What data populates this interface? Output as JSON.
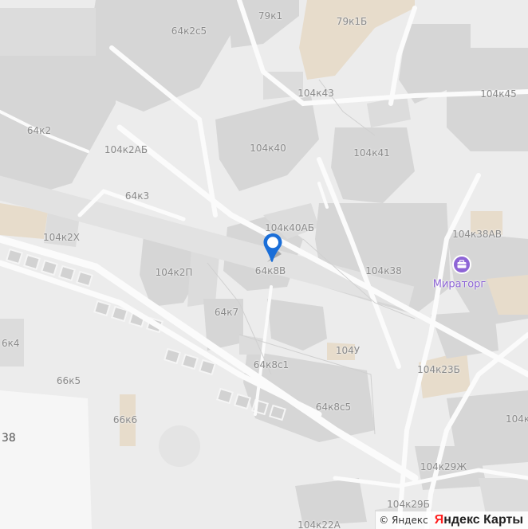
{
  "colors": {
    "building": "#d6d6d6",
    "background": "#ececec",
    "road": "#fbfbfb",
    "pin": "#1a6ed8",
    "poi": "#8e65d6"
  },
  "labels": {
    "b64k2c5": "64к2с5",
    "b79k1": "79к1",
    "b79k1b": "79к1Б",
    "b104k43": "104к43",
    "b104k45": "104к45",
    "b64k2": "64к2",
    "b104k2ab": "104к2АБ",
    "b104k40": "104к40",
    "b104k41": "104к41",
    "b64k3": "64к3",
    "b104k40ab": "104к40АБ",
    "b104k38av": "104к38АВ",
    "b104k2x": "104к2Х",
    "b64k8v": "64к8В",
    "b104k2p": "104к2П",
    "b104k38": "104к38",
    "b64k7": "64к7",
    "b104u": "104У",
    "b6k4": "6к4",
    "b64k8c1": "64к8с1",
    "b104k23b": "104к23Б",
    "b66k5": "66к5",
    "b64k8c5": "64к8с5",
    "b66k6": "66к6",
    "b104k_edge": "104к",
    "b38": "38",
    "b104k29zh": "104к29Ж",
    "b104k29b": "104к29Б",
    "b104k22a": "104к22А"
  },
  "poi": {
    "name": "Мираторг",
    "icon": "briefcase-icon"
  },
  "marker": {
    "icon": "location-pin-icon"
  },
  "attribution": {
    "copyright": "© Яндекс",
    "brand_y": "Я",
    "brand_rest": "ндекс Карты"
  }
}
